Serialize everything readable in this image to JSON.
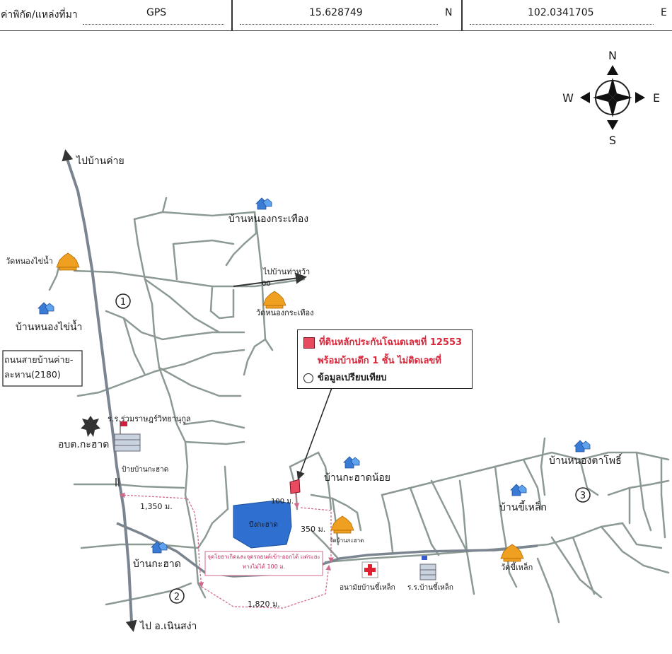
{
  "header": {
    "location_label": "ค่าพิกัด/แหล่งที่มา",
    "source": "GPS",
    "latitude": "15.628749",
    "lat_dir": "N",
    "longitude": "102.0341705",
    "lon_dir": "E"
  },
  "compass": {
    "north": "N",
    "south": "S",
    "east": "E",
    "west": "W"
  },
  "directions": {
    "to_ban_khai": "ไปบ้านค่าย",
    "to_noen_sa_nga": "ไป อ.เนินสง่า",
    "to_ban_tha_wa": "ไปบ้านท่าหว้า"
  },
  "villages": {
    "nong_krathueng": "บ้านหนองกระเทือง",
    "nong_khai_nam": "บ้านหนองไข่น้ำ",
    "kra_hat_noi": "บ้านกะฮาดน้อย",
    "kra_hat": "บ้านกะฮาด",
    "khi_lek": "บ้านขี้เหล็ก",
    "nong_ta_pho": "บ้านหนองตาโพธิ์"
  },
  "temples": {
    "nong_khai_nam": "วัดหนองไข่น้ำ",
    "nong_krathueng": "วัดหนองกระเทือง",
    "ban_kra_hat": "วัดบ้านกะฮาด",
    "khi_lek": "วัดขี้เหล็ก"
  },
  "places": {
    "road_name": "ถนนสายบ้านค่าย-ละหาน(2180)",
    "school_ruam": "ร.ร.ร่วมราษฎร์วิทยานุกูล",
    "obt": "อบต.กะฮาด",
    "sign": "ป้ายบ้านกะฮาด",
    "pond": "บึงกะฮาด",
    "health_center": "อนามัยบ้านขี้เหล็ก",
    "school_khi_lek": "ร.ร.บ้านขี้เหล็ก",
    "note": "จุดโยธาเกิดและจุดรถยนต์เข้า-ออกได้ แต่ระยะทางไม่ได้ 100 ม."
  },
  "distances": {
    "d1350": "1,350 ม.",
    "d100": "100 ม.",
    "d350": "350 ม.",
    "d1820": "1,820 ม."
  },
  "comparables": [
    "1",
    "2",
    "3"
  ],
  "legend": {
    "subject_line1": "ที่ดินหลักประกันโฉนดเลขที่ 12553",
    "subject_line2": "พร้อมบ้านตึก 1 ชั้น ไม่ติดเลขที่",
    "comparison": "ข้อมูลเปรียบเทียบ"
  },
  "colors": {
    "road": "#8c9a93",
    "main_road": "#7b8590",
    "pond": "#2f6fd0",
    "subject": "#e84a5f",
    "distance": "#d06a8a",
    "temple": "#f0a020"
  }
}
